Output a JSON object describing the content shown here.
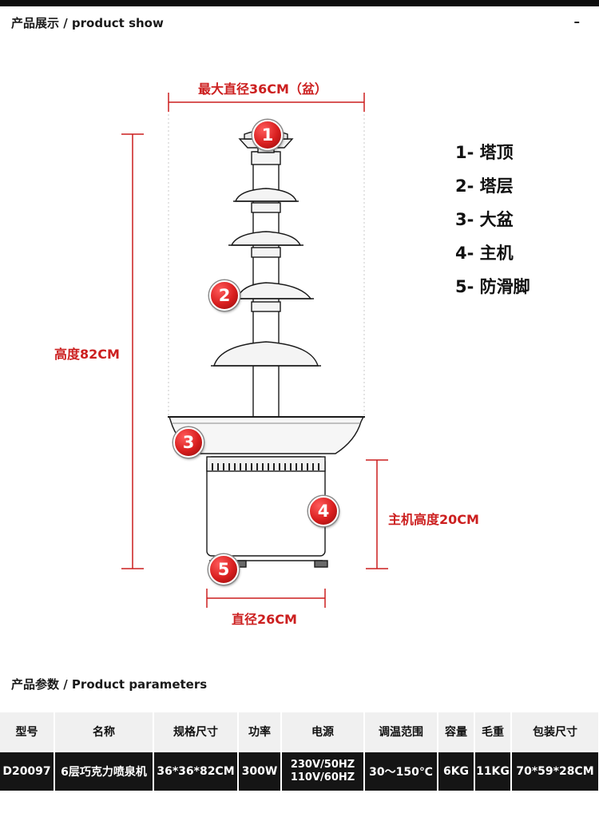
{
  "header": {
    "section_title": "产品展示 / product show",
    "dash": "–"
  },
  "diagram": {
    "max_diameter_label": "最大直径36CM（盆）",
    "height_label": "高度82CM",
    "base_height_label": "主机高度20CM",
    "base_diameter_label": "直径26CM",
    "accent_color": "#cc1f1f",
    "callouts": [
      "1",
      "2",
      "3",
      "4",
      "5"
    ]
  },
  "legend": {
    "items": [
      "1- 塔顶",
      "2- 塔层",
      "3- 大盆",
      "4- 主机",
      "5- 防滑脚"
    ]
  },
  "parameters": {
    "section_title": "产品参数 / Product parameters",
    "headers": [
      "型号",
      "名称",
      "规格尺寸",
      "功率",
      "电源",
      "调温范围",
      "容量",
      "毛重",
      "包装尺寸"
    ],
    "row": {
      "model": "D20097",
      "name": "6层巧克力喷泉机",
      "size": "36*36*82CM",
      "power": "300W",
      "power_supply_line1": "230V/50HZ",
      "power_supply_line2": "110V/60HZ",
      "temp_range": "30～150℃",
      "capacity": "6KG",
      "gross_weight": "11KG",
      "package_size": "70*59*28CM"
    }
  }
}
